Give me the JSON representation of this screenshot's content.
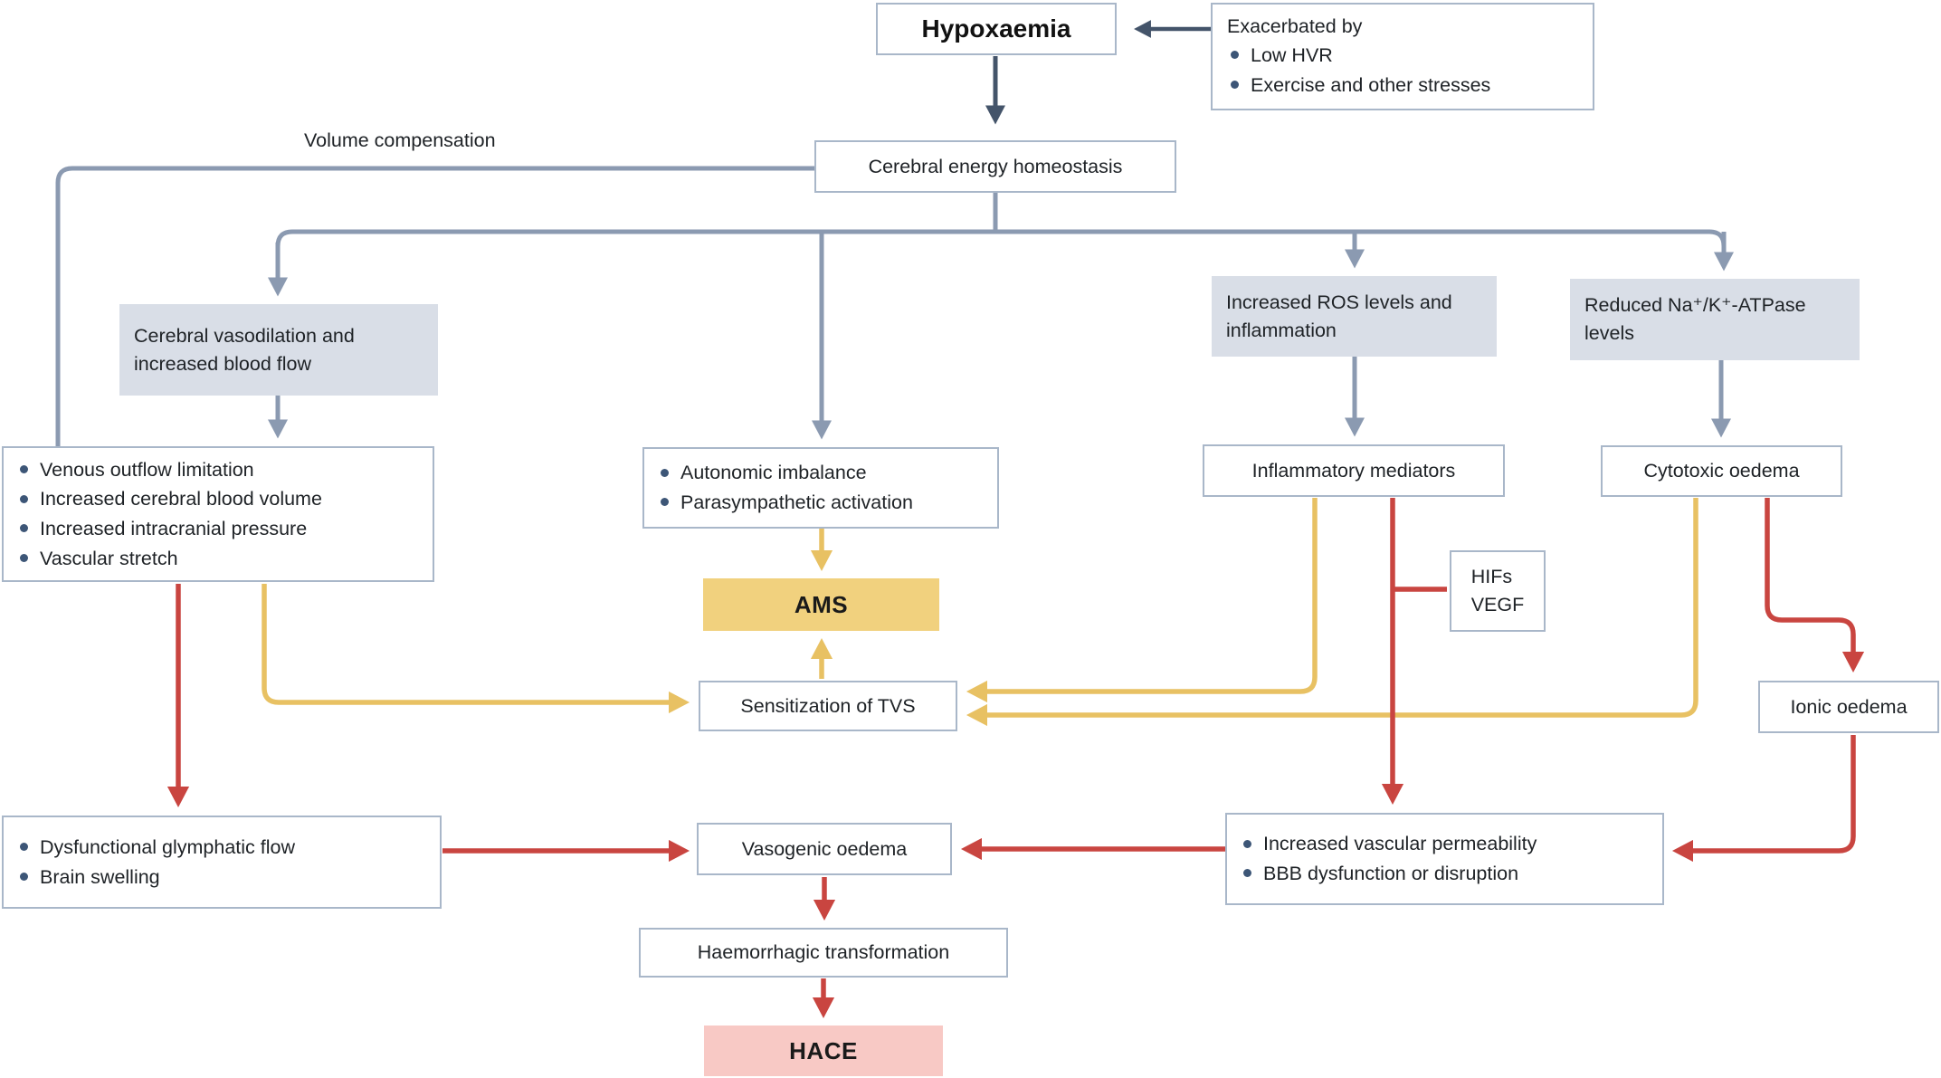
{
  "colors": {
    "slate_line": "#8b9ab1",
    "dark_arrow": "#44546a",
    "yellow_line": "#e8c163",
    "red_line": "#c94540",
    "box_border": "#a9b7c9",
    "gray_fill": "#d9dee7",
    "ams_fill": "#f1d17e",
    "hace_fill": "#f8c9c5",
    "bullet": "#3d5677"
  },
  "nodes": {
    "hypoxaemia": {
      "label": "Hypoxaemia"
    },
    "exacerbated": {
      "title": "Exacerbated by",
      "items": [
        "Low HVR",
        "Exercise and other stresses"
      ]
    },
    "volume_compensation": {
      "label": "Volume compensation"
    },
    "cerebral_energy": {
      "label": "Cerebral energy homeostasis"
    },
    "cerebral_vasodilation": {
      "label": "Cerebral vasodilation and increased blood flow"
    },
    "venous": {
      "items": [
        "Venous outflow limitation",
        "Increased cerebral blood volume",
        "Increased intracranial pressure",
        "Vascular stretch"
      ]
    },
    "autonomic": {
      "items": [
        "Autonomic imbalance",
        "Parasympathetic activation"
      ]
    },
    "ams": {
      "label": "AMS"
    },
    "sensitization": {
      "label": "Sensitization of TVS"
    },
    "increased_ros": {
      "label": "Increased ROS levels and inflammation"
    },
    "inflammatory": {
      "label": "Inflammatory mediators"
    },
    "reduced_na": {
      "label": "Reduced Na⁺/K⁺-ATPase levels"
    },
    "cytotoxic": {
      "label": "Cytotoxic oedema"
    },
    "hifs": {
      "lines": [
        "HIFs",
        "VEGF"
      ]
    },
    "ionic": {
      "label": "Ionic oedema"
    },
    "dysfunctional": {
      "items": [
        "Dysfunctional glymphatic flow",
        "Brain swelling"
      ]
    },
    "vasogenic": {
      "label": "Vasogenic oedema"
    },
    "increased_vascular": {
      "items": [
        "Increased vascular permeability",
        "BBB dysfunction or disruption"
      ]
    },
    "haemorrhagic": {
      "label": "Haemorrhagic transformation"
    },
    "hace": {
      "label": "HACE"
    }
  }
}
